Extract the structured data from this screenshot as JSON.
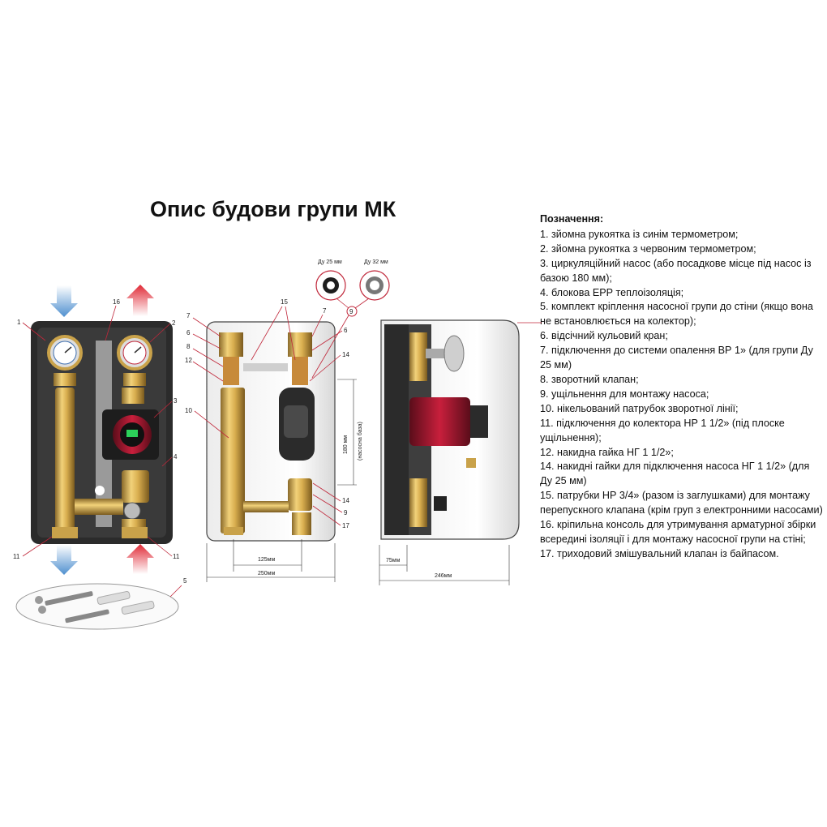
{
  "title": "Опис будови групи МК",
  "legend": {
    "heading": "Позначення:",
    "items": [
      "1. зйомна рукоятка із синім термометром;",
      "2. зйомна рукоятка з червоним термометром;",
      "3. циркуляційний насос (або посадкове місце під насос із базою 180 мм);",
      "4. блокова ЕРР теплоізоляція;",
      "5. комплект кріплення насосної групи до стіни (якщо вона не встановлюється на колектор);",
      "6. відсічний кульовий кран;",
      "7. підключення до системи опалення ВР 1» (для групи Ду 25 мм)",
      "8. зворотний клапан;",
      "9. ущільнення для монтажу насоса;",
      "10. нікельований патрубок зворотної лінії;",
      "11. підключення до колектора НР 1 1/2» (під плоске ущільнення);",
      "12. накидна гайка НГ 1 1/2»;",
      "14. накидні гайки для підключення насоса НГ 1 1/2» (для Ду 25 мм)",
      "15. патрубки НР 3/4» (разом із заглушками) для монтажу перепускного клапана (крім груп з електронними насосами)",
      "16. кріпильна консоль для утримування арматурної збірки всередині ізоляції і для монтажу насосної групи на стіні;",
      "17. триходовий змішувальний клапан із байпасом."
    ]
  },
  "diagram": {
    "gaskets": [
      "Ду 25 мм",
      "Ду 32 мм"
    ],
    "dims": {
      "d125": "125мм",
      "d250": "250мм",
      "d75": "75мм",
      "d246": "246мм",
      "pump_base_a": "180 мм",
      "pump_base_b": "(насосна база)"
    },
    "callouts": {
      "c1": "1",
      "c2": "2",
      "c3": "3",
      "c4": "4",
      "c5": "5",
      "c11a": "11",
      "c11b": "11",
      "c16": "16",
      "c7a": "7",
      "c6a": "6",
      "c8": "8",
      "c12": "12",
      "c10": "10",
      "c15": "15",
      "c7b": "7",
      "c6b": "6",
      "c14a": "14",
      "c9": "9",
      "c14b": "14",
      "c9b": "9",
      "c17": "17"
    },
    "colors": {
      "cold_arrow": "#5b9bd5",
      "hot_arrow": "#e0303a",
      "callout_line": "#c0273a"
    }
  }
}
